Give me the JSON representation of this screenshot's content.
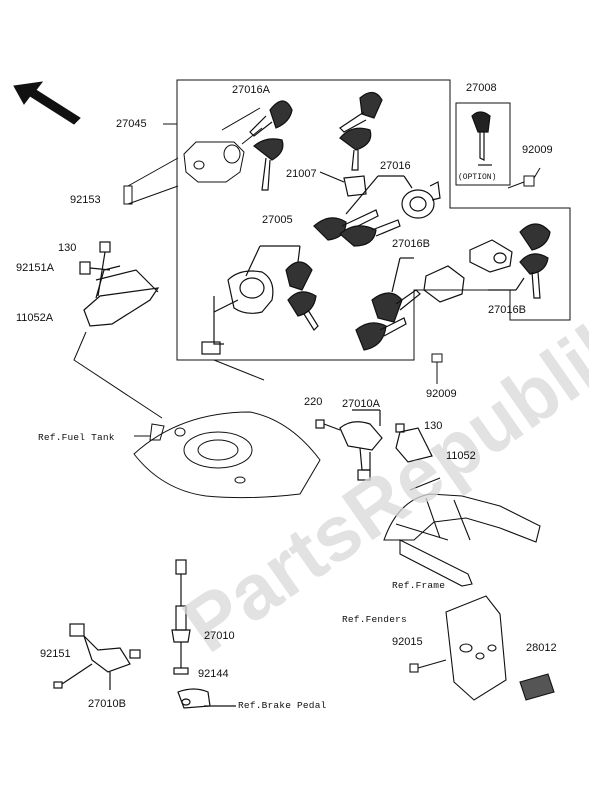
{
  "watermark": "PartsRepublik",
  "option_note": "(OPTION)",
  "labels": {
    "p27016A": "27016A",
    "p27045": "27045",
    "p27008": "27008",
    "p92009_top": "92009",
    "p21007": "21007",
    "p27016": "27016",
    "p92153": "92153",
    "p27005": "27005",
    "p27016B_a": "27016B",
    "p130_top": "130",
    "p92151A": "92151A",
    "p27016B_b": "27016B",
    "p11052A": "11052A",
    "p92009_mid": "92009",
    "p220": "220",
    "p27010A": "27010A",
    "p130_mid": "130",
    "p11052": "11052",
    "p27010": "27010",
    "p92151": "92151",
    "p92144": "92144",
    "p27010B": "27010B",
    "p92015": "92015",
    "p28012": "28012"
  },
  "refs": {
    "fuel_tank": "Ref.Fuel Tank",
    "frame": "Ref.Frame",
    "fenders": "Ref.Fenders",
    "brake_pedal": "Ref.Brake Pedal"
  }
}
